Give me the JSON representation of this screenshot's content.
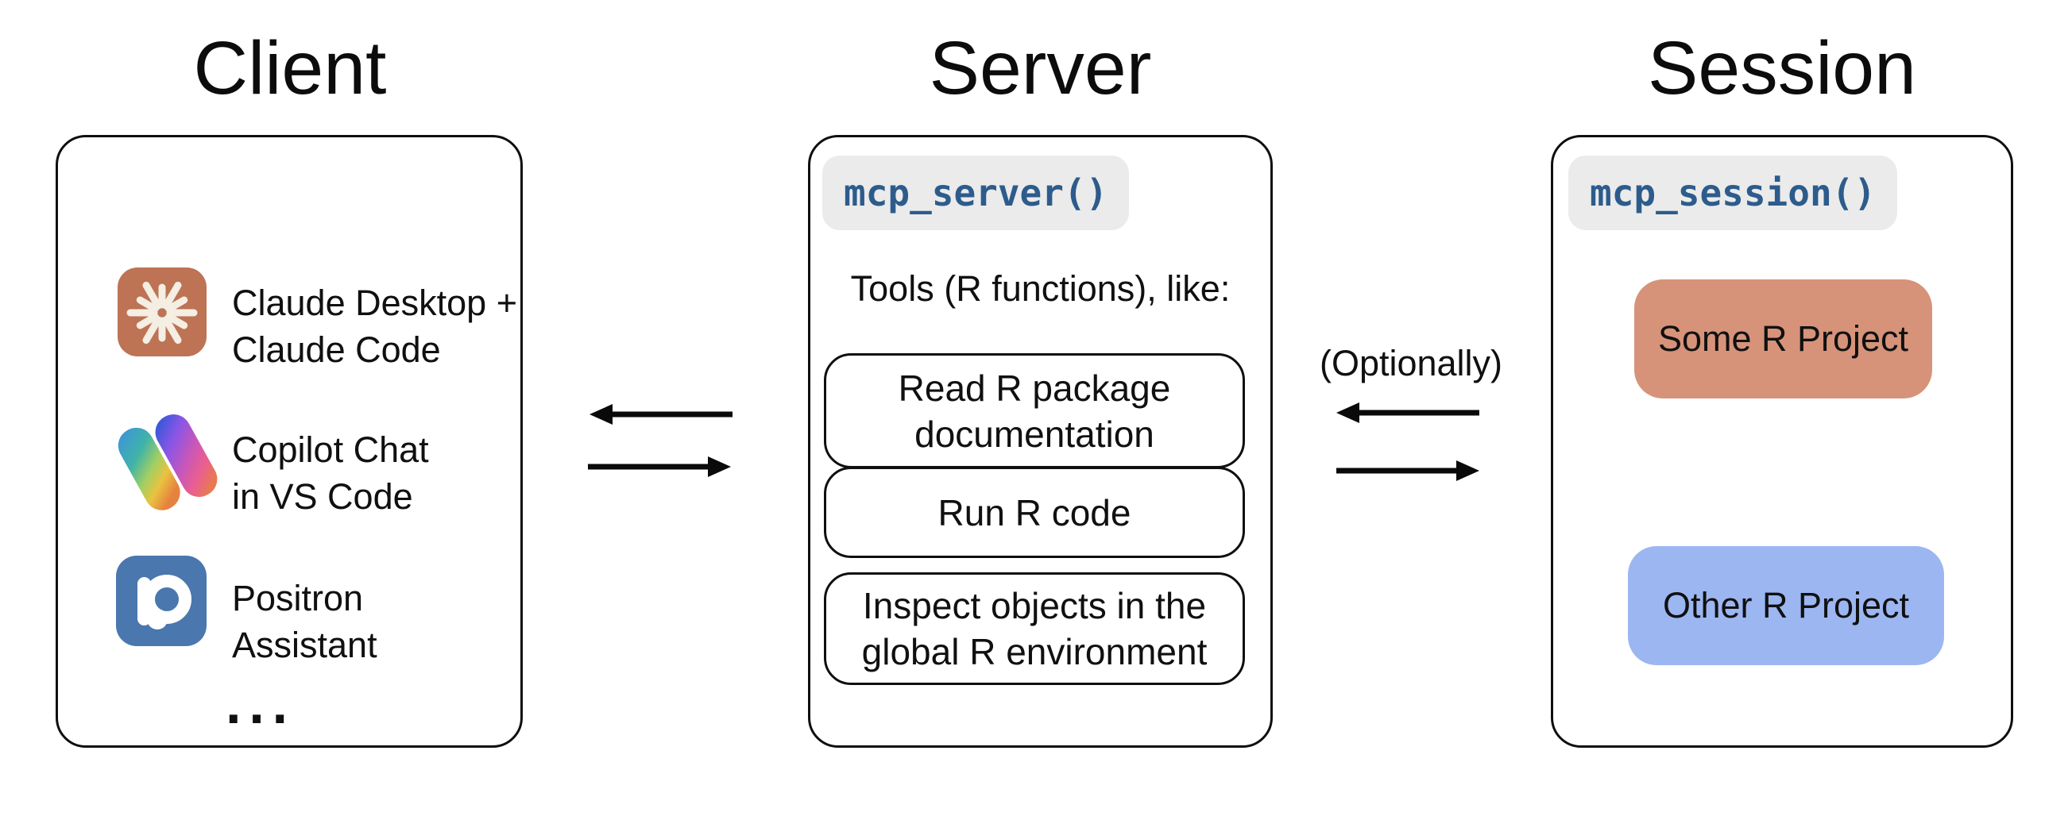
{
  "titles": {
    "client": "Client",
    "server": "Server",
    "session": "Session"
  },
  "client": {
    "items": [
      {
        "icon": "claude-icon",
        "line1": "Claude Desktop +",
        "line2": "Claude Code"
      },
      {
        "icon": "copilot-icon",
        "line1": "Copilot Chat",
        "line2": "in VS Code"
      },
      {
        "icon": "positron-icon",
        "line1": "Positron",
        "line2": "Assistant"
      }
    ],
    "more": "..."
  },
  "server": {
    "badge": "mcp_server()",
    "tools_heading": "Tools (R functions), like:",
    "tools": [
      {
        "line1": "Read R package",
        "line2": "documentation"
      },
      {
        "line1": "Run R code",
        "line2": ""
      },
      {
        "line1": "Inspect objects in the",
        "line2": "global R environment"
      }
    ]
  },
  "session": {
    "badge": "mcp_session()",
    "projects": [
      {
        "label": "Some R Project",
        "color": "#D69379"
      },
      {
        "label": "Other R Project",
        "color": "#9CB6F1"
      }
    ]
  },
  "connectors": {
    "optional_label": "(Optionally)"
  },
  "colors": {
    "stroke": "#0f0f0f",
    "code_text": "#2D5C8C",
    "badge_bg": "#EBEBEB",
    "claude_bg": "#BD7354",
    "claude_rays": "#F4EEE3",
    "positron_bg": "#4A77AE",
    "arrow": "#0a0a0a"
  }
}
